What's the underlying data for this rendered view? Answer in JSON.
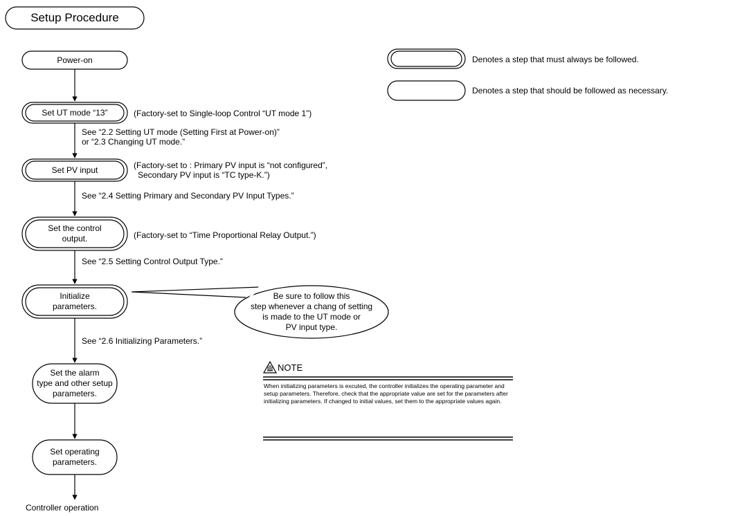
{
  "title": "Setup Procedure",
  "legend": {
    "must": "Denotes a step that must always be followed.",
    "optional": "Denotes a step that should be followed as necessary."
  },
  "steps": [
    {
      "label": "Power-on"
    },
    {
      "label": "Set UT mode “13”",
      "note": "(Factory-set to Single-loop Control “UT mode 1”)"
    },
    {
      "label": "Set PV input",
      "note1": "(Factory-set to : Primary PV input is “not configured”,",
      "note2": "Secondary PV input is “TC type-K.”)"
    },
    {
      "label1": "Set the control",
      "label2": "output.",
      "note": "(Factory-set to “Time Proportional Relay Output.”)"
    },
    {
      "label1": "Initialize",
      "label2": "parameters."
    },
    {
      "label1": "Set the alarm",
      "label2": "type and other setup",
      "label3": "parameters."
    },
    {
      "label1": "Set operating",
      "label2": "parameters."
    }
  ],
  "refs": {
    "r1a": "See “2.2  Setting UT mode (Setting First at Power-on)”",
    "r1b": "or “2.3  Changing UT mode.”",
    "r2": "See “2.4  Setting Primary and Secondary PV Input Types.”",
    "r3": "See “2.5  Setting Control Output Type.”",
    "r4": "See “2.6  Initializing Parameters.”"
  },
  "callout": {
    "l1": "Be sure to follow this",
    "l2": "step whenever a chang of setting",
    "l3": "is made to the UT mode or",
    "l4": "PV input type."
  },
  "note": {
    "heading": "NOTE",
    "body": "When initializing parameters is excuted, the controller initializes the operating parameter and setup parameters. Therefore, check that the appropriate value are set for the parameters after initializing parameters. If changed to initial values, set them to the appropriate values again."
  },
  "end": "Controller operation"
}
